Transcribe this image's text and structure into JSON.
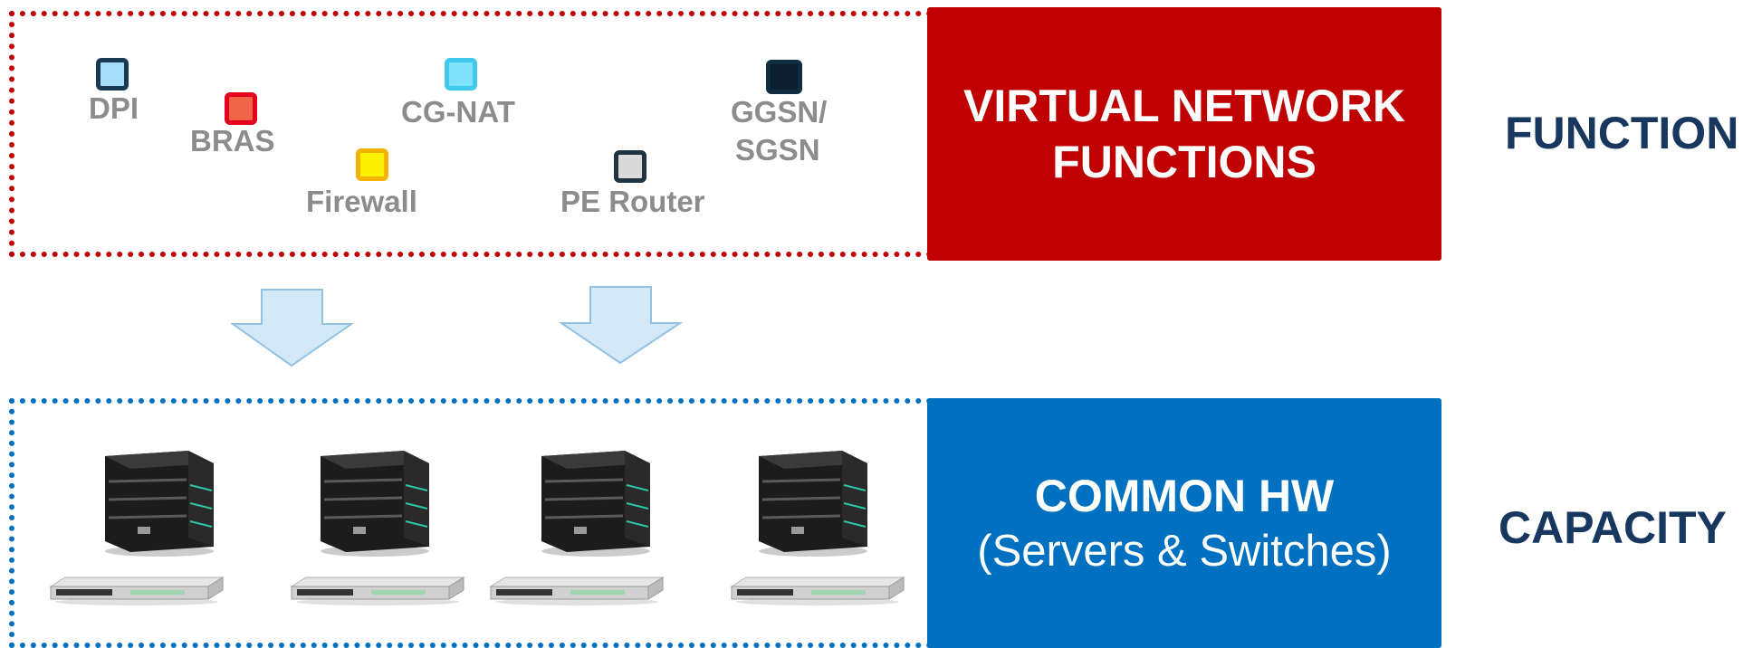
{
  "function_section": {
    "panel_line1": "VIRTUAL NETWORK",
    "panel_line2": "FUNCTIONS",
    "side_label": "FUNCTION",
    "items": [
      {
        "label": "DPI",
        "fill": "#a6dcf6",
        "border": "#1a3a54"
      },
      {
        "label": "BRAS",
        "fill": "#f06448",
        "border": "#e3001b"
      },
      {
        "label": "CG-NAT",
        "fill": "#7fe4fb",
        "border": "#3fc9ef"
      },
      {
        "label": "Firewall",
        "fill": "#fff200",
        "border": "#f4b200"
      },
      {
        "label": "PE Router",
        "fill": "#d9d9d9",
        "border": "#1f3340"
      },
      {
        "label_line1": "GGSN/",
        "label_line2": "SGSN",
        "fill": "#0a1e2c",
        "border": "#0f2d40"
      }
    ]
  },
  "capacity_section": {
    "panel_line1": "COMMON HW",
    "panel_line2": "(Servers & Switches)",
    "side_label": "CAPACITY",
    "servers": 4,
    "switches": 4
  },
  "colors": {
    "function_red": "#c00000",
    "capacity_blue": "#0070c0",
    "side_label": "#17375e",
    "vnf_text": "#8c8c8c",
    "arrow_fill": "#d4e9f7",
    "arrow_stroke": "#92c1e3"
  }
}
